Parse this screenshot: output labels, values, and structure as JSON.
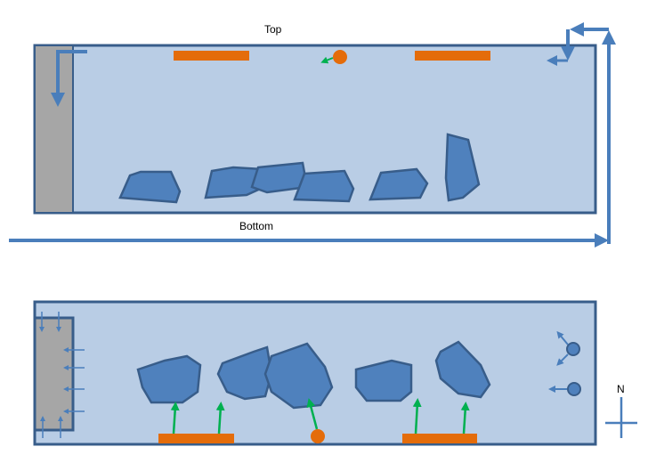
{
  "labels": {
    "top": "Top",
    "bottom": "Bottom",
    "north": "N"
  },
  "colors": {
    "tank": "#b9cde5",
    "tank_border": "#385d8a",
    "rock": "#4f81bd",
    "wall": "#a6a6a6",
    "heater": "#e46c0a",
    "flow": "#00b050",
    "arrow": "#4a7ebb"
  }
}
